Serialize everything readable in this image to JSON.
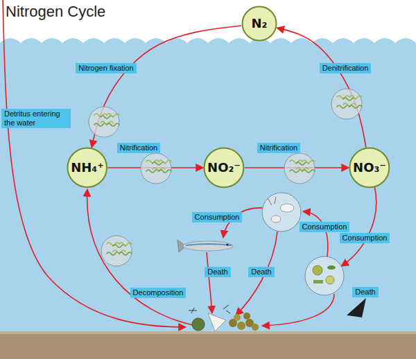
{
  "diagram": {
    "title": "Nitrogen Cycle",
    "nodes": [
      {
        "text": [
          "N₂"
        ]
      },
      {
        "text": [
          "NH₄⁺"
        ]
      },
      {
        "text": [
          "NO₂⁻"
        ]
      },
      {
        "text": [
          "NO₃⁻"
        ]
      }
    ],
    "edges": [
      {
        "from": 0,
        "to": 1,
        "arrow": "to",
        "label": "Nitrogen fixation"
      },
      {
        "from": 1,
        "to": 2,
        "arrow": "to",
        "label": "Nitrification"
      },
      {
        "from": 2,
        "to": 3,
        "arrow": "to",
        "label": "Nitrification"
      },
      {
        "from": 3,
        "to": 0,
        "arrow": "to",
        "label": "Denitrification"
      }
    ],
    "labels": [
      "Detritus entering the water",
      "Consumption",
      "Consumption",
      "Consumption",
      "Death",
      "Death",
      "Death",
      "Decomposition"
    ]
  }
}
